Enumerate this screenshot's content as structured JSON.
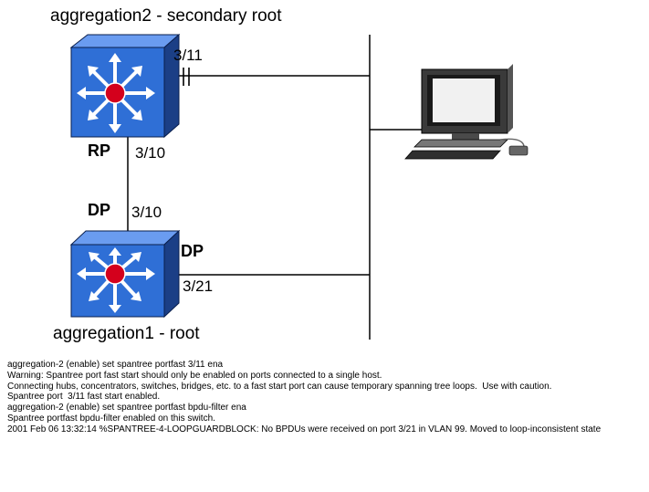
{
  "diagram": {
    "switch_top": {
      "name": "aggregation2 - secondary root",
      "uplink_port": "3/11",
      "role": "RP",
      "downlink_port": "3/10"
    },
    "switch_bottom": {
      "name": "aggregation1 - root",
      "uplink_port": "3/10",
      "uplink_role": "DP",
      "trunk_role": "DP",
      "trunk_port": "3/21"
    },
    "blocked_marker": "||",
    "colors": {
      "switch_face": "#2f6fd6",
      "switch_side": "#1b3f86",
      "switch_top": "#5b8ee8",
      "hub": "#d4001c"
    }
  },
  "console": {
    "lines": [
      "aggregation-2 (enable) set spantree portfast 3/11 ena",
      "Warning: Spantree port fast start should only be enabled on ports connected to a single host.",
      "Connecting hubs, concentrators, switches, bridges, etc. to a fast start port can cause temporary spanning tree loops.  Use with caution.",
      "Spantree port  3/11 fast start enabled.",
      "aggregation-2 (enable) set spantree portfast bpdu-filter ena",
      "Spantree portfast bpdu-filter enabled on this switch.",
      "2001 Feb 06 13:32:14 %SPANTREE-4-LOOPGUARDBLOCK: No BPDUs were received on port 3/21 in VLAN 99. Moved to loop-inconsistent state"
    ]
  }
}
